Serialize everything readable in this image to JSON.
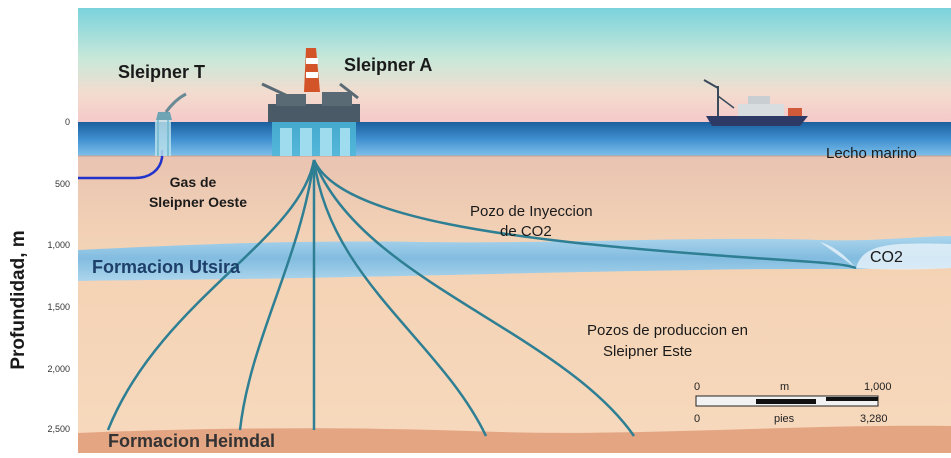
{
  "axis": {
    "ylabel": "Profundidad, m",
    "ticks": [
      "0",
      "500",
      "1,000",
      "1,500",
      "2,000",
      "2,500"
    ]
  },
  "labels": {
    "sleipner_t": "Sleipner T",
    "sleipner_a": "Sleipner A",
    "lecho_marino": "Lecho marino",
    "gas_line1": "Gas de",
    "gas_line2": "Sleipner Oeste",
    "pozo_line1": "Pozo de Inyeccion",
    "pozo_line2": "de CO2",
    "co2": "CO2",
    "utsira": "Formacion Utsira",
    "produccion_line1": "Pozos de produccion en",
    "produccion_line2": "Sleipner Este",
    "heimdal": "Formacion Heimdal"
  },
  "scale_bar": {
    "top_left": "0",
    "top_unit": "m",
    "top_right": "1,000",
    "bottom_left": "0",
    "bottom_unit": "pies",
    "bottom_right": "3,280"
  },
  "colors": {
    "sea": "#1e6fb0",
    "seabed": "#e7c3ae",
    "utsira_layer": "#8fc4e6",
    "heimdal_layer": "#e0a07f",
    "well_line": "#2e7f93",
    "pipeline": "#2233cc"
  }
}
